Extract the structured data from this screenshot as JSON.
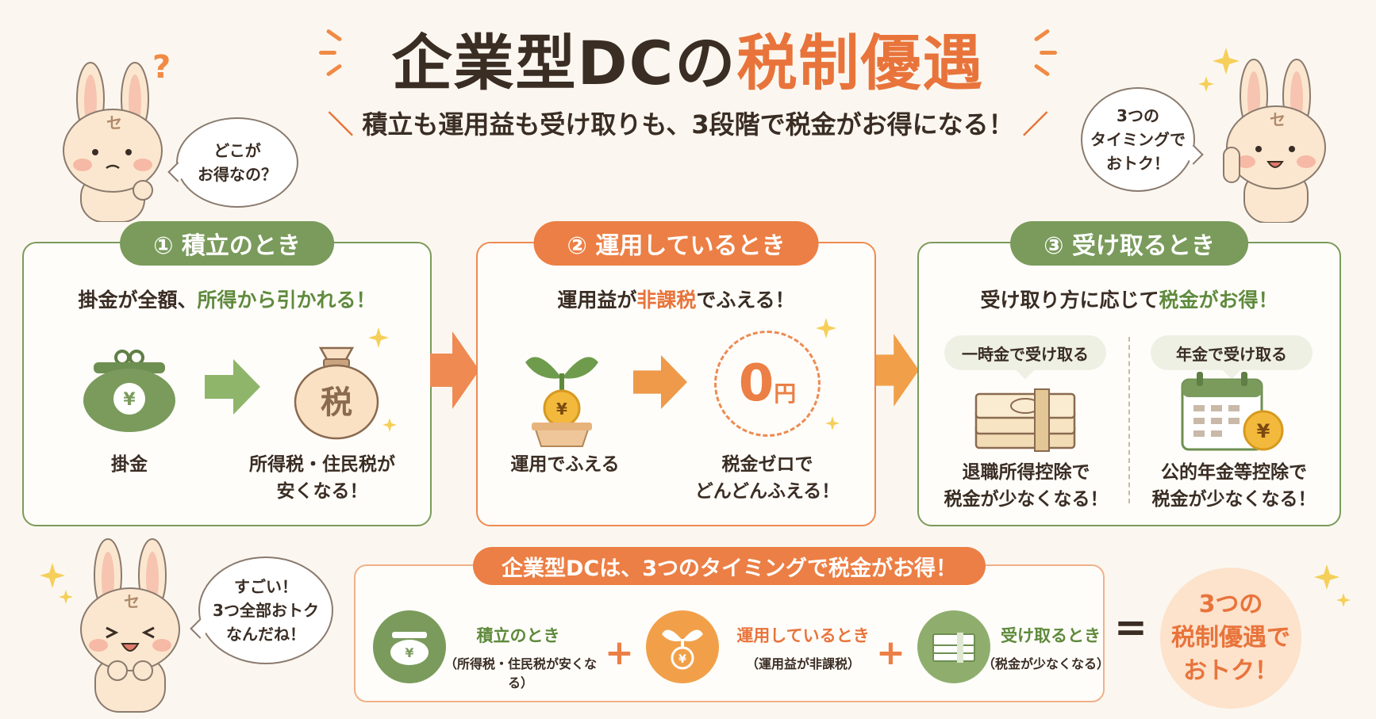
{
  "header": {
    "title_main": "企業型DCの",
    "title_accent": "税制優遇",
    "subtitle": "積立も運用益も受け取りも、3段階で税金がお得になる！"
  },
  "bubbles": {
    "top_left": "どこが\nお得なの？",
    "top_right": "3つの\nタイミングで\nおトク！",
    "bottom_left": "すごい！\n3つ全部おトク\nなんだね！"
  },
  "mascot": {
    "question_mark": "?",
    "forehead_char": "セ"
  },
  "panel1": {
    "pill": "① 積立のとき",
    "lead_prefix": "掛金が全額、",
    "lead_highlight": "所得から引かれる！",
    "icon_yen": "¥",
    "bag_char": "税",
    "cap_left": "掛金",
    "cap_right": "所得税・住民税が\n安くなる！"
  },
  "panel2": {
    "pill": "② 運用しているとき",
    "lead_prefix": "運用益が",
    "lead_highlight": "非課税",
    "lead_suffix": "でふえる！",
    "icon_yen": "¥",
    "zero_num": "0",
    "zero_unit": "円",
    "cap_left": "運用でふえる",
    "cap_right": "税金ゼロで\nどんどんふえる！"
  },
  "panel3": {
    "pill": "③ 受け取るとき",
    "lead_prefix": "受け取り方に応じて",
    "lead_highlight": "税金がお得！",
    "lump_label": "一時金で受け取る",
    "pension_label": "年金で受け取る",
    "icon_yen": "¥",
    "cap_left": "退職所得控除で\n税金が少なくなる！",
    "cap_right": "公的年金等控除で\n税金が少なくなる！"
  },
  "summary": {
    "pill": "企業型DCは、3つのタイミングで税金がお得！",
    "items": [
      {
        "title": "積立のとき",
        "sub": "（所得税・住民税が安くなる）",
        "icon": "¥"
      },
      {
        "title": "運用しているとき",
        "sub": "（運用益が非課税）",
        "icon": "¥"
      },
      {
        "title": "受け取るとき",
        "sub": "（税金が少なくなる）",
        "icon": ""
      }
    ],
    "plus": "+",
    "equals": "=",
    "result": "3つの\n税制優遇で\nおトク！"
  },
  "colors": {
    "green": "#7a9b5c",
    "orange": "#ec7f45",
    "accent": "#e8743b",
    "text": "#3a2d24",
    "bg": "#fbf7f0"
  }
}
